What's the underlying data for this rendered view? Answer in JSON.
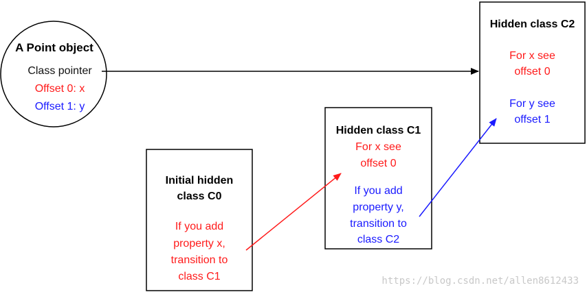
{
  "point_object": {
    "title": "A Point object",
    "class_pointer": "Class pointer",
    "offset0": "Offset 0: x",
    "offset1": "Offset 1: y"
  },
  "c0": {
    "title_line1": "Initial hidden",
    "title_line2": "class C0",
    "text_lines": [
      "If you add",
      "property x,",
      "transition to",
      "class C1"
    ]
  },
  "c1": {
    "title": "Hidden class C1",
    "x_lines": [
      "For x see",
      "offset 0"
    ],
    "transition_lines": [
      "If you add",
      "property y,",
      "transition to",
      "class C2"
    ]
  },
  "c2": {
    "title": "Hidden class C2",
    "x_lines": [
      "For x see",
      "offset 0"
    ],
    "y_lines": [
      "For y see",
      "offset 1"
    ]
  },
  "watermark": "https://blog.csdn.net/allen8612433",
  "colors": {
    "red": "#ff1a1a",
    "blue": "#1a1aff",
    "black": "#000000"
  }
}
